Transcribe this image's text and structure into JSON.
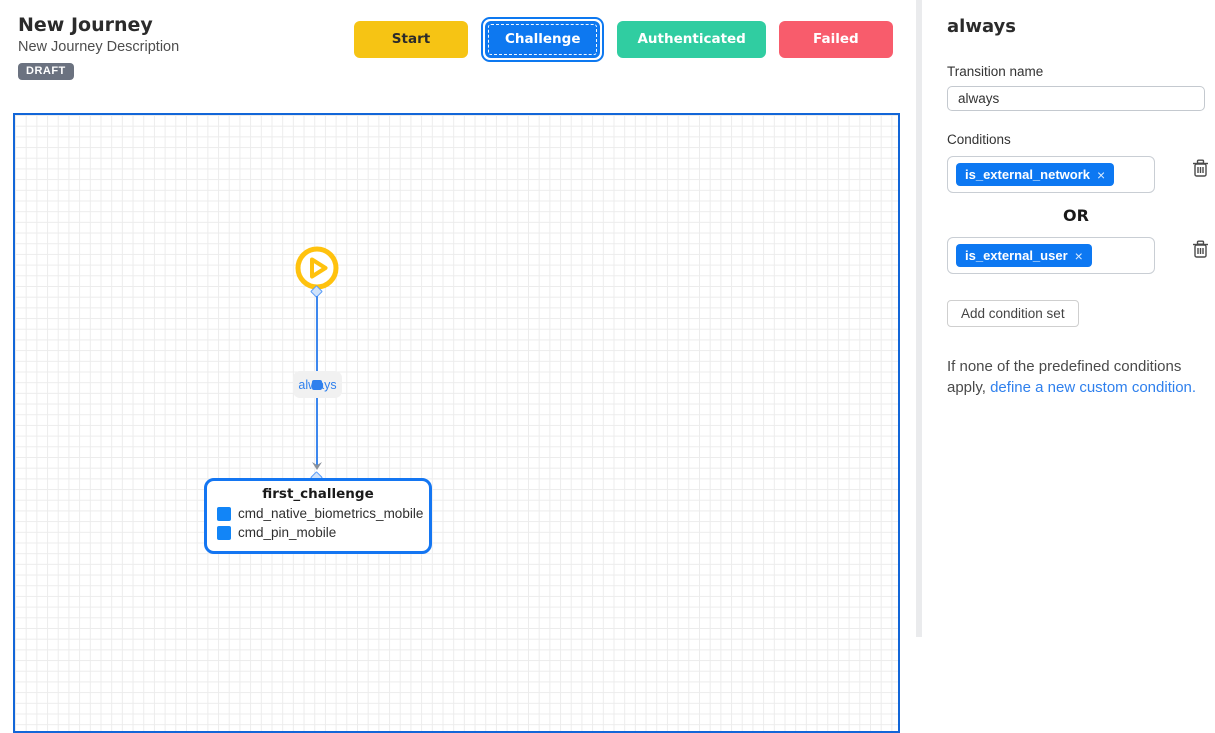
{
  "header": {
    "title": "New Journey",
    "description": "New Journey Description",
    "status_badge": "DRAFT",
    "buttons": [
      {
        "label": "Start",
        "color": "#f6c414",
        "selected": false
      },
      {
        "label": "Challenge",
        "color": "#0d78f0",
        "selected": true
      },
      {
        "label": "Authenticated",
        "color": "#30cda1",
        "selected": false
      },
      {
        "label": "Failed",
        "color": "#f85c6c",
        "selected": false
      }
    ]
  },
  "canvas": {
    "start_node": {
      "icon": "play-icon",
      "color": "#ffc20e"
    },
    "edge": {
      "label": "always",
      "color": "#3d87ee"
    },
    "node": {
      "title": "first_challenge",
      "border_color": "#1476f2",
      "items": [
        "cmd_native_biometrics_mobile",
        "cmd_pin_mobile"
      ]
    }
  },
  "sidebar": {
    "title": "always",
    "transition_name": {
      "label": "Transition name",
      "value": "always"
    },
    "conditions": {
      "label": "Conditions",
      "joiner": "OR",
      "remove_symbol": "×",
      "sets": [
        {
          "chips": [
            {
              "label": "is_external_network"
            }
          ]
        },
        {
          "chips": [
            {
              "label": "is_external_user"
            }
          ]
        }
      ],
      "add_button": "Add condition set",
      "chip_color": "#0d78f2"
    },
    "help": {
      "text_before": "If none of the predefined conditions apply, ",
      "link": "define a new custom condition."
    }
  }
}
